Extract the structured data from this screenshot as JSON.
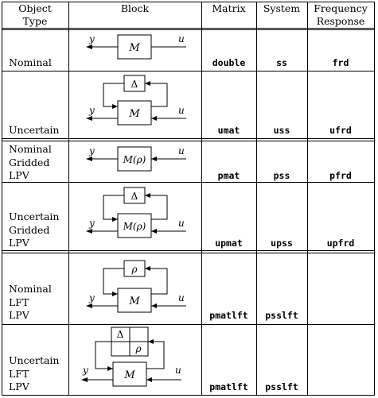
{
  "header": {
    "object_type": "Object\nType",
    "block": "Block",
    "matrix": "Matrix",
    "system": "System",
    "frequency_response": "Frequency\nResponse"
  },
  "rows": [
    {
      "label": "Nominal",
      "block": "M",
      "matrix": "double",
      "system": "ss",
      "freq": "frd"
    },
    {
      "label": "Uncertain",
      "block": "M",
      "delta": "Δ",
      "matrix": "umat",
      "system": "uss",
      "freq": "ufrd"
    },
    {
      "label": "Nominal\nGridded\nLPV",
      "block": "M(ρ)",
      "matrix": "pmat",
      "system": "pss",
      "freq": "pfrd"
    },
    {
      "label": "Uncertain\nGridded\nLPV",
      "block": "M(ρ)",
      "delta": "Δ",
      "matrix": "upmat",
      "system": "upss",
      "freq": "upfrd"
    },
    {
      "label": "Nominal\nLFT\nLPV",
      "block": "M",
      "delta": "ρ",
      "matrix": "pmatlft",
      "system": "psslft",
      "freq": ""
    },
    {
      "label": "Uncertain\nLFT\nLPV",
      "block": "M",
      "delta": "Δ",
      "delta2": "ρ",
      "matrix": "pmatlft",
      "system": "psslft",
      "freq": ""
    }
  ],
  "signals": {
    "out": "y",
    "in": "u"
  }
}
